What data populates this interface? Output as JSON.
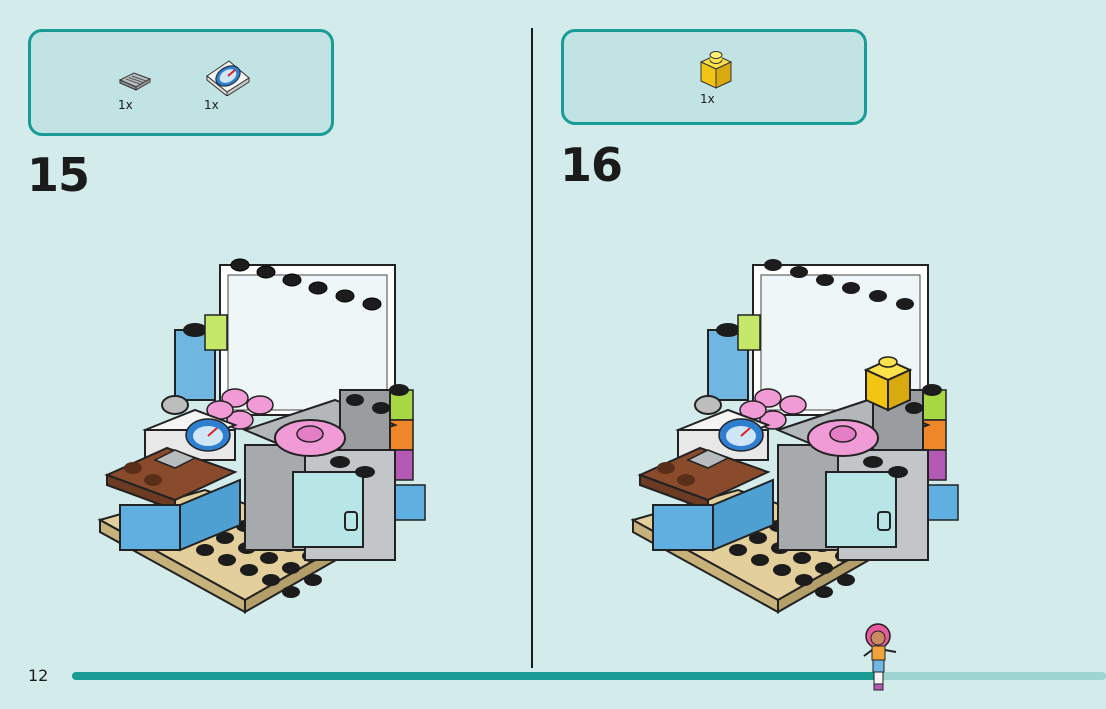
{
  "page_number": "12",
  "progress": {
    "fraction": 0.78
  },
  "steps": [
    {
      "number": "15",
      "parts": [
        {
          "icon": "grey-grille-tile-icon",
          "qty": "1x"
        },
        {
          "icon": "gauge-printed-tile-icon",
          "qty": "1x"
        }
      ]
    },
    {
      "number": "16",
      "parts": [
        {
          "icon": "yellow-brick-1x1-icon",
          "qty": "1x"
        }
      ]
    }
  ],
  "colors": {
    "page_bg": "#d4ebec",
    "accent_teal": "#1a9c96",
    "parts_box_bg": "#c2e3e3",
    "yellow_brick": "#f7d117"
  }
}
